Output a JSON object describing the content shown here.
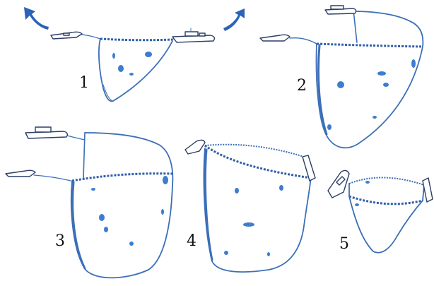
{
  "diagram": {
    "steps": [
      {
        "id": "1",
        "label": "1"
      },
      {
        "id": "2",
        "label": "2"
      },
      {
        "id": "3",
        "label": "3"
      },
      {
        "id": "4",
        "label": "4"
      },
      {
        "id": "5",
        "label": "5"
      }
    ],
    "colors": {
      "net_ink": "#3b6fb8",
      "arrow": "#2a63b8",
      "boat_outline": "#2c3e66",
      "label": "#111111"
    }
  }
}
